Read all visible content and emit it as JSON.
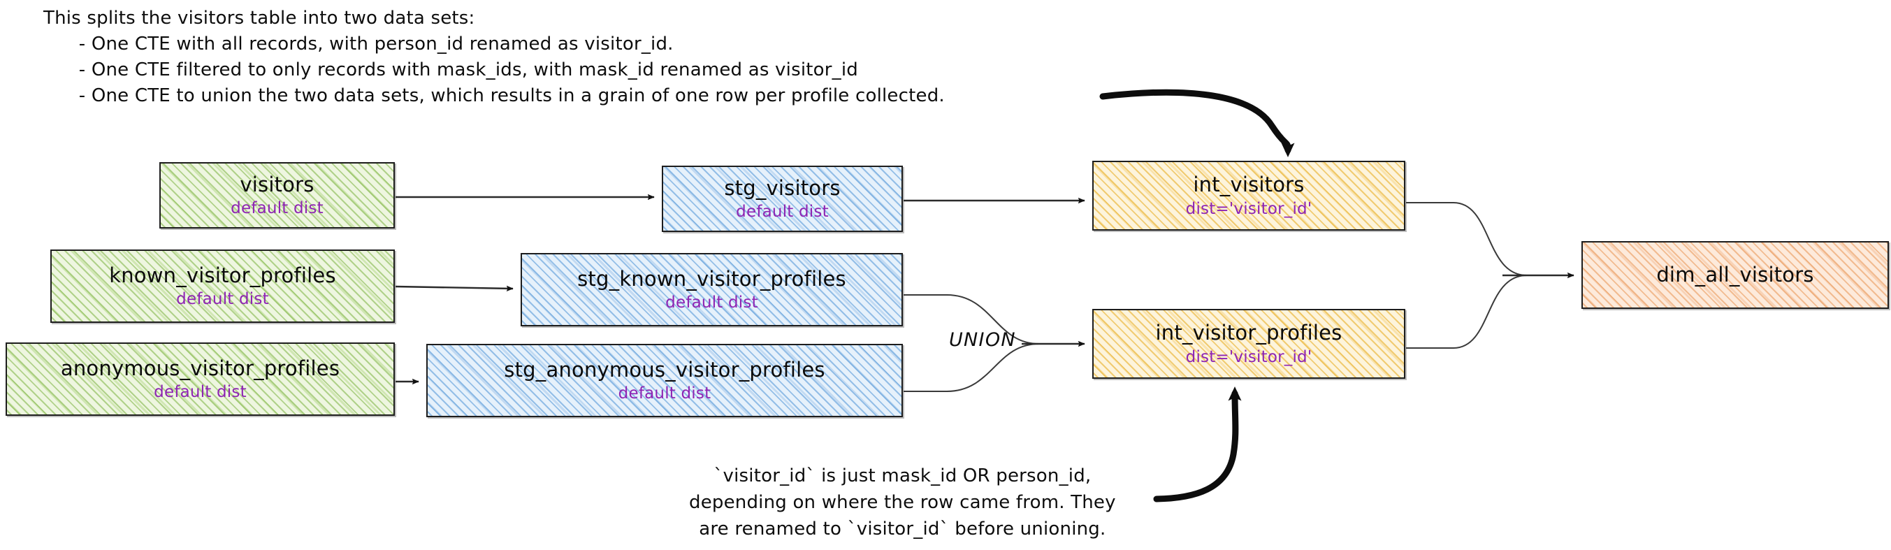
{
  "diagram": {
    "type": "dag-lineage",
    "header_note": "This splits the visitors table into two data sets:\n      - One CTE with all records, with person_id renamed as visitor_id.\n      - One CTE filtered to only records with mask_ids, with mask_id renamed as visitor_id\n      - One CTE to union the two data sets, which results in a grain of one row per profile collected.",
    "footer_note": "`visitor_id` is just mask_id OR person_id,\ndepending on where the row came from. They\nare renamed to `visitor_id` before unioning.",
    "union_label": "UNION",
    "colors": {
      "source": "#dfeec4",
      "staging": "#cfe3f7",
      "intermediate": "#fae5ae",
      "mart": "#f8d6bb",
      "dist_text": "#8e24b3",
      "title_text": "#0b0b0b",
      "edge": "#2a2a2a"
    },
    "nodes": [
      {
        "id": "visitors",
        "title": "visitors",
        "sub": "default dist",
        "layer": "source"
      },
      {
        "id": "known_visitor_profiles",
        "title": "known_visitor_profiles",
        "sub": "default dist",
        "layer": "source"
      },
      {
        "id": "anonymous_visitor_profiles",
        "title": "anonymous_visitor_profiles",
        "sub": "default dist",
        "layer": "source"
      },
      {
        "id": "stg_visitors",
        "title": "stg_visitors",
        "sub": "default dist",
        "layer": "staging"
      },
      {
        "id": "stg_known_visitor_profiles",
        "title": "stg_known_visitor_profiles",
        "sub": "default dist",
        "layer": "staging"
      },
      {
        "id": "stg_anonymous_visitor_profiles",
        "title": "stg_anonymous_visitor_profiles",
        "sub": "default dist",
        "layer": "staging"
      },
      {
        "id": "int_visitors",
        "title": "int_visitors",
        "sub": "dist='visitor_id'",
        "layer": "intermediate"
      },
      {
        "id": "int_visitor_profiles",
        "title": "int_visitor_profiles",
        "sub": "dist='visitor_id'",
        "layer": "intermediate"
      },
      {
        "id": "dim_all_visitors",
        "title": "dim_all_visitors",
        "sub": "",
        "layer": "mart"
      }
    ],
    "edges": [
      {
        "from": "visitors",
        "to": "stg_visitors"
      },
      {
        "from": "known_visitor_profiles",
        "to": "stg_known_visitor_profiles"
      },
      {
        "from": "anonymous_visitor_profiles",
        "to": "stg_anonymous_visitor_profiles"
      },
      {
        "from": "stg_visitors",
        "to": "int_visitors"
      },
      {
        "from": "stg_known_visitor_profiles",
        "to": "int_visitor_profiles",
        "label": "UNION"
      },
      {
        "from": "stg_anonymous_visitor_profiles",
        "to": "int_visitor_profiles",
        "label": "UNION"
      },
      {
        "from": "int_visitors",
        "to": "dim_all_visitors"
      },
      {
        "from": "int_visitor_profiles",
        "to": "dim_all_visitors"
      }
    ],
    "annotations": [
      {
        "id": "header-callout",
        "target": "int_visitors",
        "style": "curved-bold-arrow"
      },
      {
        "id": "footer-callout",
        "target": "int_visitor_profiles",
        "style": "curved-bold-arrow"
      }
    ]
  }
}
